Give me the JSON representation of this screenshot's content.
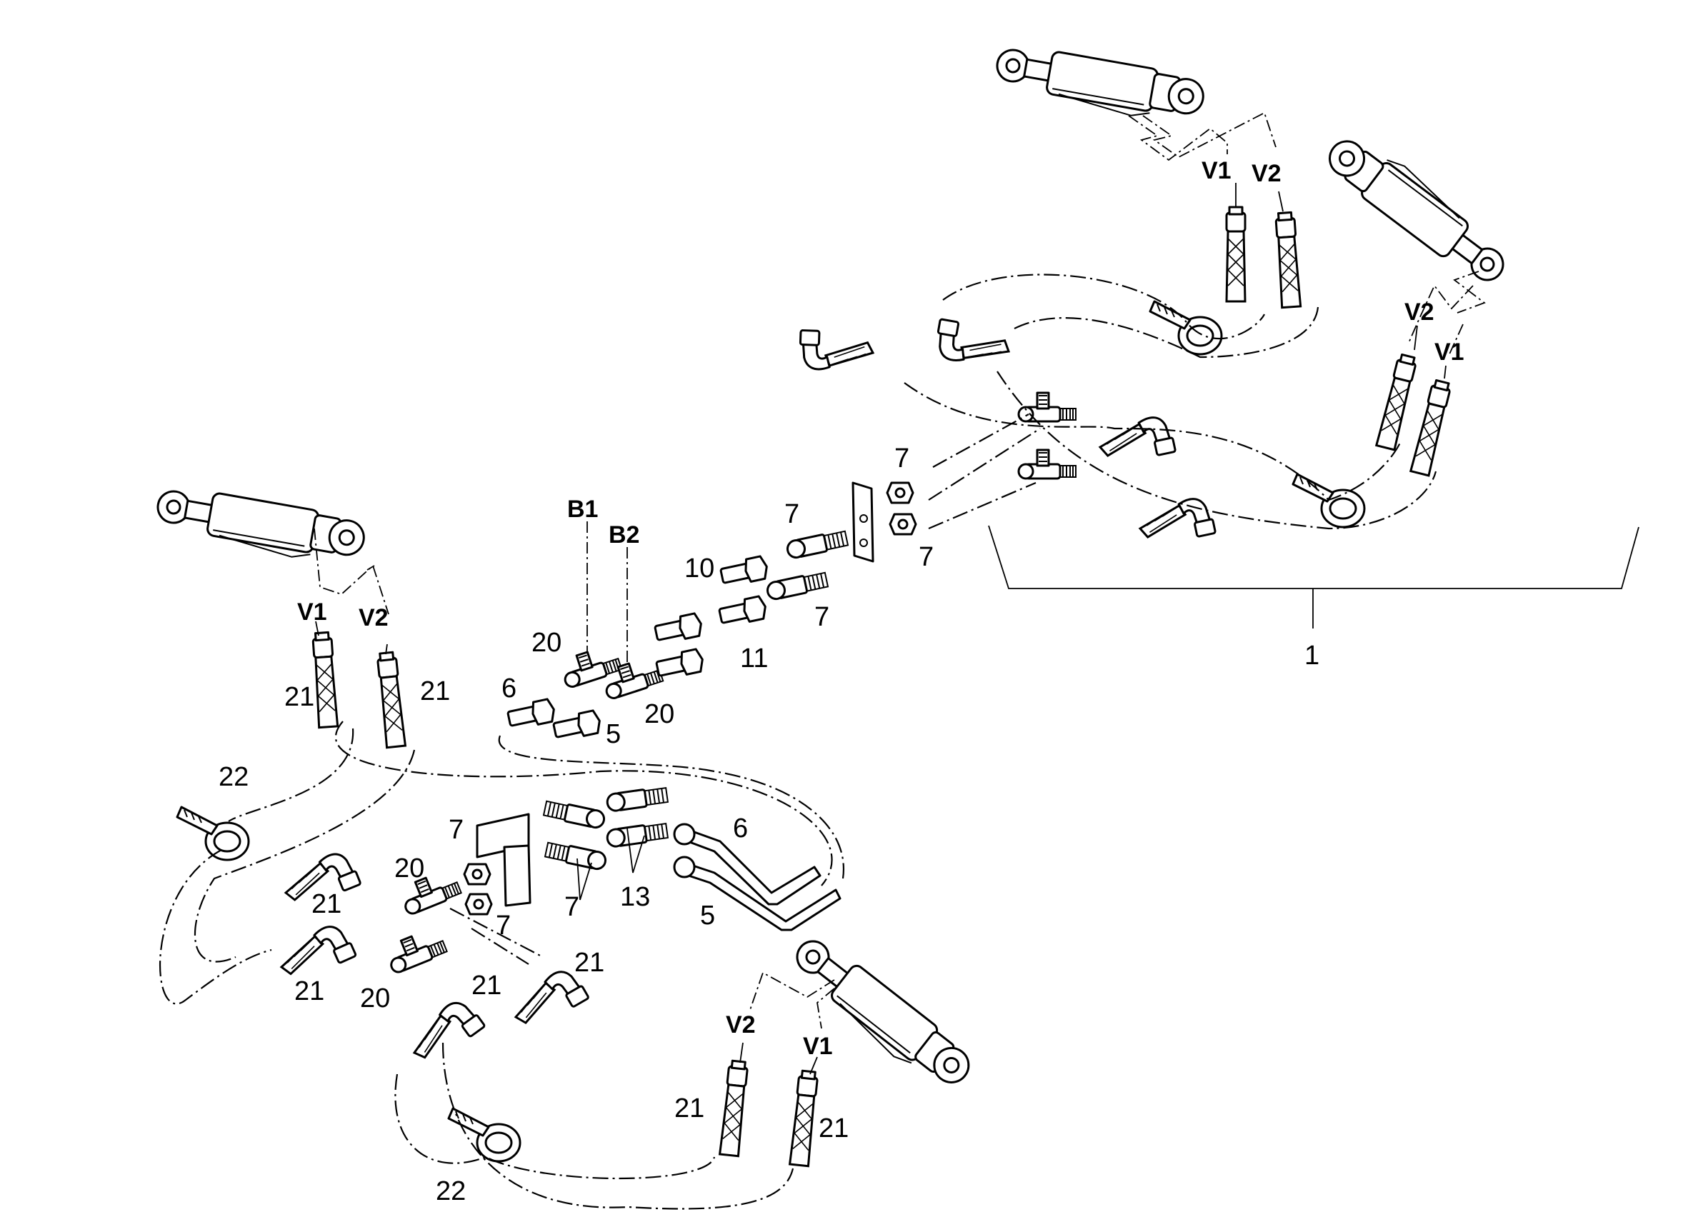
{
  "diagram": {
    "labels": {
      "assembly": "1",
      "part_5": "5",
      "part_6": "6",
      "part_7": "7",
      "part_10": "10",
      "part_11": "11",
      "part_13": "13",
      "part_20": "20",
      "part_21": "21",
      "part_22": "22",
      "port_b1": "B1",
      "port_b2": "B2",
      "port_v1": "V1",
      "port_v2": "V2"
    }
  }
}
